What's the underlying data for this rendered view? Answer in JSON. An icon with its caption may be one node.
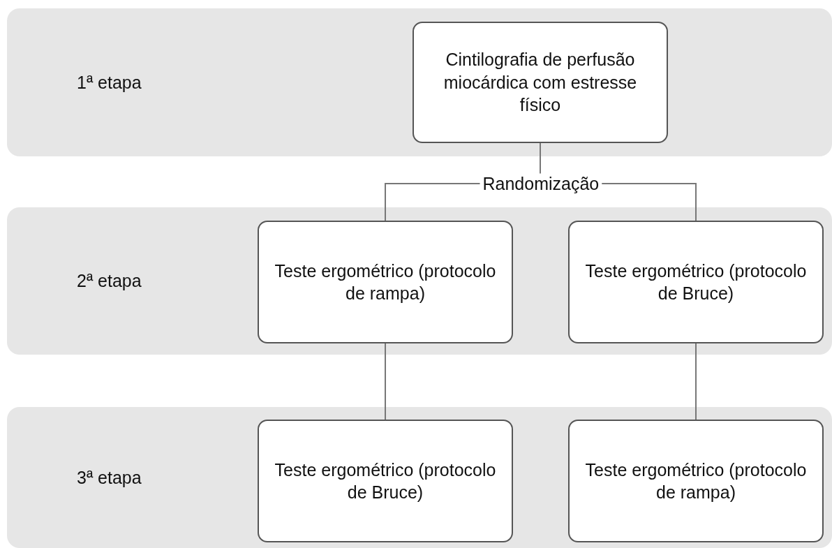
{
  "diagram": {
    "nodes": [
      {
        "text": [
          "1ª etapa"
        ]
      },
      {
        "text": [
          "Cintilografia de perfusão miocárdica com estresse físico"
        ],
        "in": 0
      },
      {
        "text": [
          "Randomização"
        ]
      },
      {
        "text": [
          "2ª etapa"
        ]
      },
      {
        "text": [
          "Teste ergométrico (protocolo de rampa)"
        ],
        "in": 3
      },
      {
        "text": [
          "Teste ergométrico (protocolo de Bruce)"
        ],
        "in": 3
      },
      {
        "text": [
          "3ª etapa"
        ]
      },
      {
        "text": [
          "Teste ergométrico (protocolo de Bruce)"
        ],
        "in": 6
      },
      {
        "text": [
          "Teste ergométrico (protocolo de rampa)"
        ],
        "in": 6
      }
    ],
    "edges": [
      {
        "from": 1,
        "to": 2,
        "arrow": "none"
      },
      {
        "from": 2,
        "to": 4,
        "arrow": "none"
      },
      {
        "from": 2,
        "to": 5,
        "arrow": "none"
      },
      {
        "from": 4,
        "to": 7,
        "arrow": "none"
      },
      {
        "from": 5,
        "to": 8,
        "arrow": "none"
      }
    ]
  }
}
